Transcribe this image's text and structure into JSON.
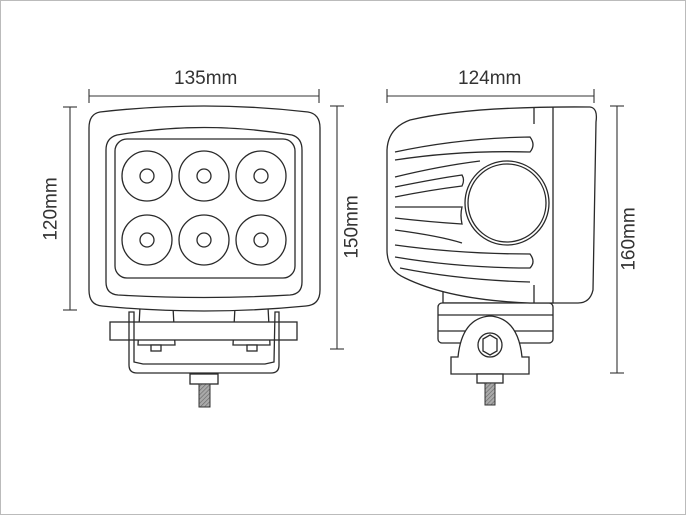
{
  "title": "LED work light dimension drawing",
  "front_view": {
    "width_label": "135mm",
    "height_label": "120mm",
    "total_height_label": "150mm",
    "led_count": 6
  },
  "side_view": {
    "depth_label": "124mm",
    "total_height_label": "160mm"
  },
  "colors": {
    "line": "#2a2a2a",
    "background": "#ffffff"
  }
}
